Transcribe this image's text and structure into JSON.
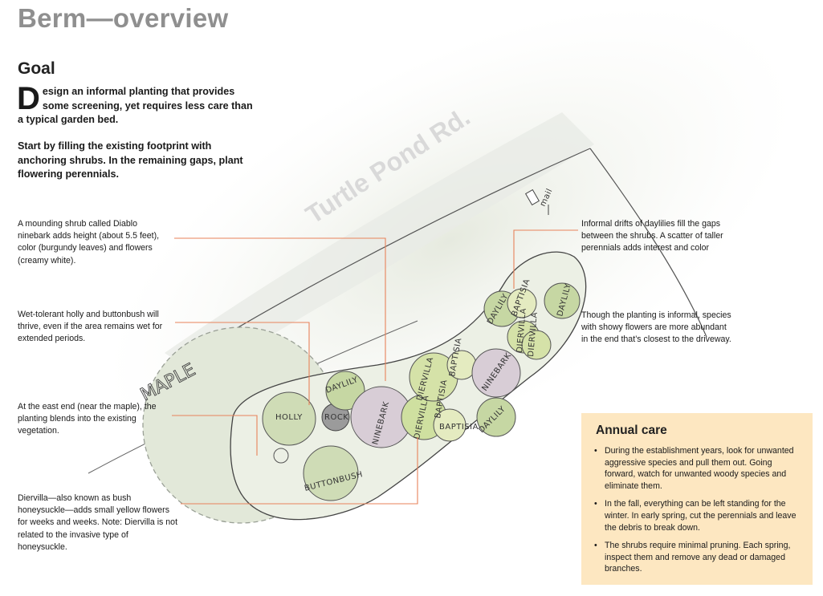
{
  "title": "Berm—overview",
  "goal": {
    "heading": "Goal",
    "dropcap": "D",
    "paragraph1": "esign an informal planting that provides some screening, yet requires less care than a typical garden bed.",
    "paragraph2": "Start by filling the existing footprint with anchoring shrubs. In the remaining gaps, plant flowering perennials."
  },
  "notes": {
    "ninebark": "A mounding shrub called Diablo ninebark adds height (about 5.5 feet), color (burgundy leaves) and flowers (creamy white).",
    "holly": "Wet-tolerant holly and buttonbush will thrive, even if the area remains wet for extended periods.",
    "east_end": "At the east end (near the maple), the planting blends into the existing vegetation.",
    "diervilla": "Diervilla—also known as bush honeysuckle—adds small yellow flowers for weeks and weeks.  Note: Diervilla is not related to the invasive type of honeysuckle.",
    "daylilies": "Informal drifts of daylilies fill the gaps between the shrubs. A scatter of taller perennials adds interest and color",
    "informal": "Though the planting is informal, species with showy flowers are more abundant in the end that’s closest to the driveway."
  },
  "care": {
    "heading": "Annual care",
    "items": [
      "During the establishment years, look for unwanted aggressive species and pull them out. Going forward, watch for unwanted woody species and eliminate them.",
      "In the fall, everything can be left standing for the winter. In early spring, cut the perennials and leave the debris to break down.",
      "The shrubs require minimal pruning. Each spring, inspect them and remove any dead or damaged branches."
    ]
  },
  "map": {
    "road_label": "Turtle Pond Rd.",
    "maple_label": "MAPLE",
    "mail_label": "mail",
    "rock_label": "ROCK",
    "plant_labels": {
      "holly": "HOLLY",
      "buttonbush": "BUTTONBUSH",
      "daylily_west": "DAYLILY",
      "ninebark_west": "NINEBARK",
      "diervilla_west": "DIERVILLA",
      "diervilla_mid": "DIERVILLA",
      "baptisia_1": "BAPTISIA",
      "baptisia_2": "BAPTISIA",
      "baptisia_3": "BAPTISIA",
      "ninebark_east": "NINEBARK",
      "daylily_east": "DAYLILY",
      "daylily_ne1": "DAYLILY",
      "daylily_ne2": "DAYLILY",
      "baptisia_ne": "BAPTISIA",
      "diervilla_ne1": "DIERVILLA",
      "diervilla_ne2": "DIERVILLA"
    }
  },
  "colors": {
    "leader_line": "#e8825a",
    "care_box": "#fde7c1",
    "title": "#8f8f8f"
  }
}
